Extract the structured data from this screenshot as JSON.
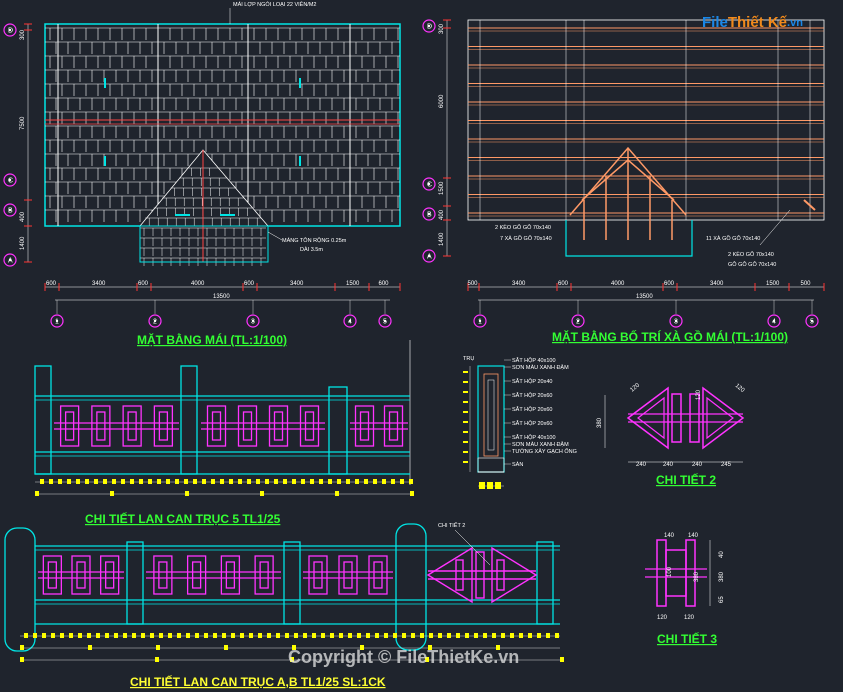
{
  "logo": {
    "part1": "File",
    "part2": "Thiết Kế",
    "suffix": ".vn"
  },
  "watermark": "Copyright © FileThietKe.vn",
  "titles": {
    "roof_plan": "MẶT BẰNG MÁI (TL:1/100)",
    "roof_frame": "MẶT BẰNG BỐ TRÍ XÀ GỒ MÁI (TL:1/100)",
    "railing5": "CHI TIẾT LAN CAN TRỤC 5 TL1/25",
    "railingAB": "CHI TIẾT LAN CAN TRỤC A,B TL1/25 SL:1CK",
    "detail2": "CHI TIẾT 2",
    "detail3": "CHI TIẾT 3"
  },
  "notes": {
    "roof_tile": "MÁI LỢP NGÓI LOẠI 22 VIÊN/M2",
    "gutter_1": "MÁNG TÔN RỘNG 0.25m",
    "gutter_2": "DÀI 3.5m",
    "keo": "2 KÈO GỖ GỖ 70x140",
    "xa_go_left": "7 XÀ GỒ GỖ 70x140",
    "xa_go_right": "11 XÀ GỒ GỖ 70x140",
    "keo_right": "2 KÈO GỖ 70x140",
    "go_right": "GỖ GỖ GỖ 70x140",
    "chi_tiet_2_label": "CHI TIẾT 2",
    "tru_label": "TRỤ"
  },
  "section_legend": [
    "SẮT HỘP 40x100",
    "SƠN MÀU XANH ĐẬM",
    "SẮT HỘP 20x40",
    "SẮT HỘP 20x60",
    "SẮT HỘP 20x60",
    "SẮT HỘP 20x60",
    "SẮT HỘP 40x100",
    "SƠN MÀU XANH ĐẬM",
    "TƯỜNG XÂY GẠCH ỐNG",
    "SÀN"
  ],
  "plan_dims": [
    "600",
    "3400",
    "600",
    "4000",
    "600",
    "3400",
    "1500",
    "600"
  ],
  "plan_dims_right": [
    "500",
    "3400",
    "600",
    "4000",
    "600",
    "3400",
    "1500",
    "500"
  ],
  "plan_total": "13500",
  "plan_side_dims": [
    "300",
    "7500",
    "400",
    "1400"
  ],
  "plan_side_dims_right": [
    "300",
    "6000",
    "1500",
    "400",
    "1400"
  ],
  "grid_axes_bottom": [
    "1",
    "2",
    "3",
    "4",
    "5"
  ],
  "grid_axes_side": [
    "D",
    "C",
    "B",
    "A"
  ],
  "detail2_dims": [
    "240",
    "240",
    "240",
    "245",
    "120",
    "380",
    "120",
    "120"
  ],
  "detail3_dims": [
    "140",
    "140",
    "100",
    "380",
    "380",
    "120",
    "120",
    "65"
  ],
  "colors": {
    "background": "#1f242d",
    "cyan": "#00e5e5",
    "magenta": "#ff00ff",
    "white": "#ffffff",
    "yellow": "#ffff00",
    "orange": "#ff9966",
    "green": "#33ff33"
  }
}
